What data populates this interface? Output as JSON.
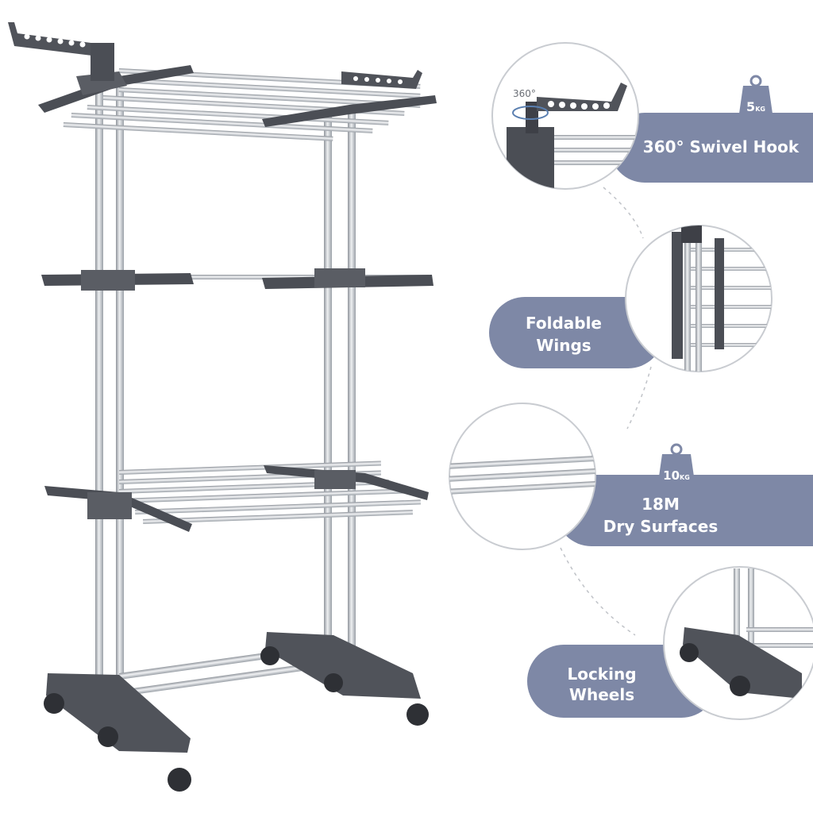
{
  "colors": {
    "badge": "#7e88a6",
    "frame_dark": "#4b4e55",
    "steel": "#b8bcc2",
    "steel_light": "#e6e8eb",
    "circle_border": "#c9ccd1"
  },
  "features": [
    {
      "name": "swivel-hook",
      "lines": [
        "360° Swivel Hook"
      ],
      "icon": "rotate-360-icon",
      "angle_label": "360°"
    },
    {
      "name": "foldable-wings",
      "lines": [
        "Foldable",
        "Wings"
      ],
      "icon": "foldable-wing-icon"
    },
    {
      "name": "dry-surfaces",
      "lines": [
        "18M",
        "Dry Surfaces"
      ],
      "icon": "steel-rod-icon"
    },
    {
      "name": "locking-wheels",
      "lines": [
        "Locking",
        "Wheels"
      ],
      "icon": "caster-wheel-icon"
    }
  ],
  "weights": [
    {
      "name": "top-weight",
      "value": "5",
      "unit": "KG"
    },
    {
      "name": "bottom-weight",
      "value": "10",
      "unit": "KG"
    }
  ]
}
